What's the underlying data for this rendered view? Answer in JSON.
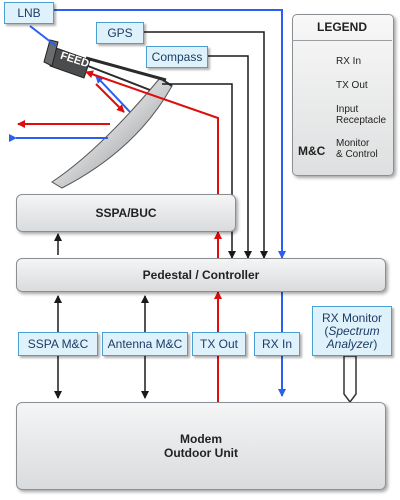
{
  "legend": {
    "title": "LEGEND",
    "rx_in": "RX In",
    "tx_out": "TX Out",
    "input_receptacle_1": "Input",
    "input_receptacle_2": "Receptacle",
    "mc_abbr": "M&C",
    "mc_desc_1": "Monitor",
    "mc_desc_2": "& Control"
  },
  "antenna": {
    "lnb": "LNB",
    "gps": "GPS",
    "compass": "Compass",
    "feed": "FEED"
  },
  "blocks": {
    "sspa_buc": "SSPA/BUC",
    "pedestal": "Pedestal / Controller",
    "modem_1": "Modem",
    "modem_2": "Outdoor Unit"
  },
  "signals": {
    "sspa_mc": "SSPA M&C",
    "antenna_mc": "Antenna M&C",
    "tx_out": "TX Out",
    "rx_in": "RX In",
    "rx_monitor_1": "RX Monitor",
    "rx_monitor_2_open": "(",
    "rx_monitor_2_italic": "Spectrum",
    "rx_monitor_3_italic": "Analyzer",
    "rx_monitor_3_close": ")"
  },
  "colors": {
    "rx": "#2a5ff0",
    "tx": "#e00d0d",
    "control": "#1a1a1a"
  }
}
